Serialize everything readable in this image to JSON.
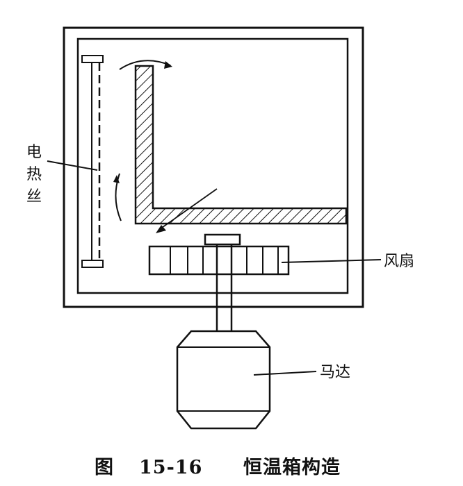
{
  "labels": {
    "heater_line1": "电",
    "heater_line2": "热",
    "heater_line3": "丝",
    "fan": "风扇",
    "motor": "马达"
  },
  "caption": {
    "figure": "图",
    "number": "15-16",
    "title": "恒温箱构造"
  }
}
